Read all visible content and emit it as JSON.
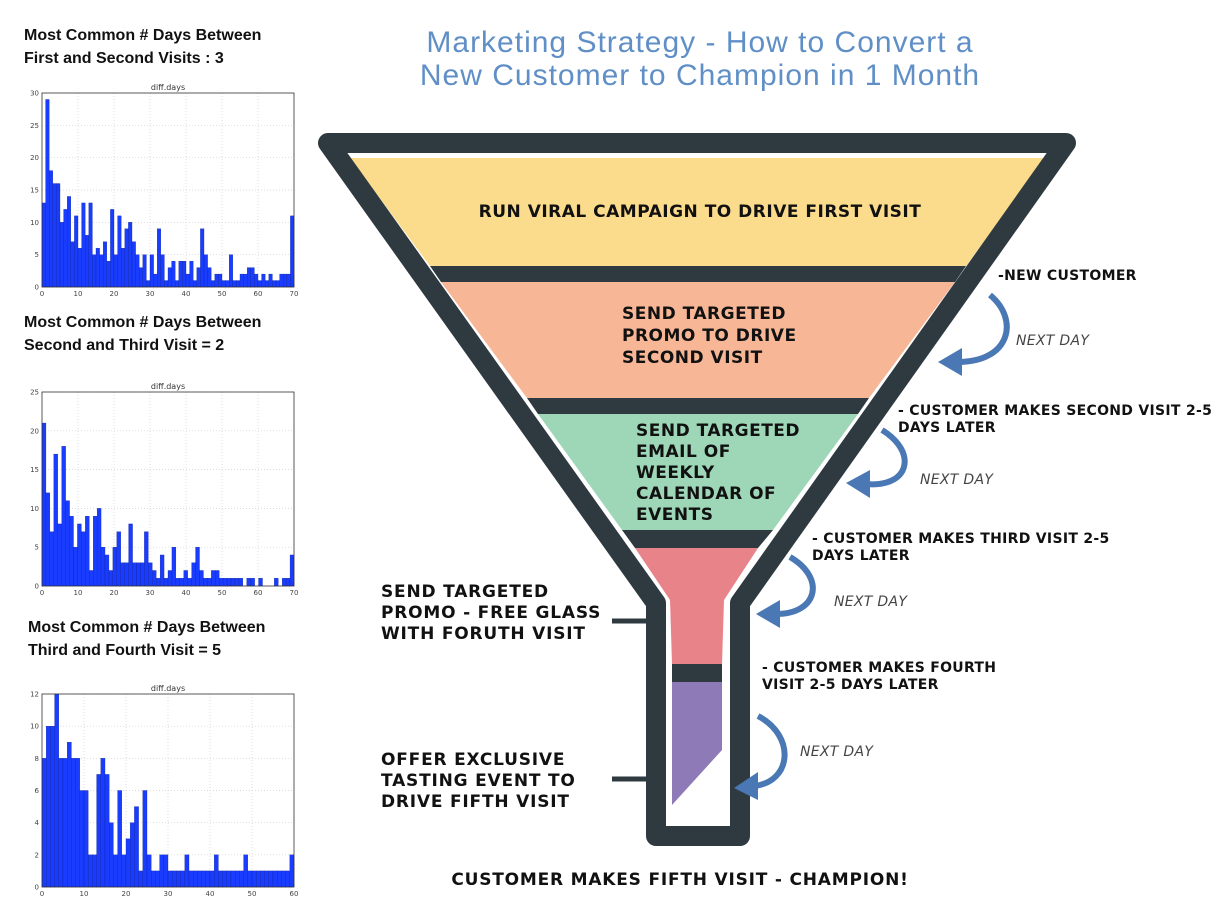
{
  "title": {
    "line1": "Marketing Strategy - How to Convert a",
    "line2": "New Customer to Champion in 1 Month"
  },
  "histograms": [
    {
      "heading": "Most Common # Days Between\nFirst and Second Visits : 3",
      "chart_data": {
        "type": "bar",
        "title": "diff.days",
        "xlim": [
          0,
          70
        ],
        "ylim": [
          0,
          30
        ],
        "xticks": [
          0,
          10,
          20,
          30,
          40,
          50,
          60,
          70
        ],
        "yticks": [
          0,
          5,
          10,
          15,
          20,
          25,
          30
        ],
        "values": [
          13,
          29,
          18,
          16,
          16,
          10,
          12,
          14,
          7,
          11,
          6,
          13,
          8,
          13,
          5,
          6,
          5,
          7,
          4,
          12,
          5,
          11,
          6,
          9,
          10,
          7,
          5,
          3,
          5,
          1,
          5,
          2,
          9,
          5,
          1,
          3,
          4,
          1,
          4,
          4,
          2,
          4,
          1,
          3,
          9,
          5,
          3,
          1,
          2,
          2,
          1,
          1,
          5,
          1,
          1,
          2,
          2,
          3,
          3,
          2,
          1,
          2,
          1,
          2,
          1,
          1,
          2,
          2,
          2,
          11
        ]
      }
    },
    {
      "heading": "Most Common # Days Between\nSecond and Third Visit = 2",
      "chart_data": {
        "type": "bar",
        "title": "diff.days",
        "xlim": [
          0,
          70
        ],
        "ylim": [
          0,
          25
        ],
        "xticks": [
          0,
          10,
          20,
          30,
          40,
          50,
          60,
          70
        ],
        "yticks": [
          0,
          5,
          10,
          15,
          20,
          25
        ],
        "values": [
          21,
          12,
          7,
          17,
          8,
          18,
          11,
          9,
          5,
          8,
          7,
          9,
          2,
          9,
          10,
          5,
          4,
          2,
          5,
          7,
          3,
          3,
          8,
          3,
          3,
          3,
          7,
          3,
          2,
          1,
          4,
          1,
          2,
          5,
          1,
          1,
          2,
          1,
          3,
          5,
          2,
          1,
          1,
          2,
          2,
          1,
          1,
          1,
          1,
          1,
          1,
          0,
          1,
          1,
          0,
          1,
          0,
          0,
          0,
          1,
          0,
          1,
          1,
          4
        ]
      }
    },
    {
      "heading": "Most Common # Days Between\nThird and Fourth Visit = 5",
      "chart_data": {
        "type": "bar",
        "title": "diff.days",
        "xlim": [
          0,
          60
        ],
        "ylim": [
          0,
          12
        ],
        "xticks": [
          0,
          10,
          20,
          30,
          40,
          50,
          60
        ],
        "yticks": [
          0,
          2,
          4,
          6,
          8,
          10,
          12
        ],
        "values": [
          8,
          10,
          10,
          12,
          8,
          8,
          9,
          8,
          8,
          6,
          6,
          2,
          2,
          7,
          8,
          7,
          4,
          2,
          6,
          2,
          3,
          4,
          5,
          1,
          6,
          2,
          1,
          1,
          2,
          2,
          1,
          1,
          1,
          1,
          2,
          1,
          1,
          1,
          1,
          1,
          1,
          2,
          1,
          1,
          1,
          1,
          1,
          1,
          2,
          1,
          1,
          1,
          1,
          1,
          1,
          1,
          1,
          1,
          1,
          2
        ]
      }
    }
  ],
  "funnel": {
    "stages": [
      {
        "text": "RUN VIRAL CAMPAIGN TO DRIVE FIRST VISIT",
        "color": "#fbdb8c"
      },
      {
        "text": "SEND TARGETED\nPROMO TO DRIVE\nSECOND VISIT",
        "color": "#f7b797"
      },
      {
        "text": "SEND TARGETED\nEMAIL OF\nWEEKLY\nCALENDAR OF\nEVENTS",
        "color": "#9ed6b8"
      },
      {
        "color": "#e8838a"
      },
      {
        "color": "#8f7ab8"
      }
    ],
    "outline_color": "#2e3a40",
    "side_notes": [
      "-NEW CUSTOMER",
      "- CUSTOMER MAKES SECOND VISIT 2-5\nDAYS LATER",
      "- CUSTOMER MAKES THIRD VISIT 2-5\nDAYS LATER",
      "- CUSTOMER MAKES FOURTH\nVISIT 2-5 DAYS LATER"
    ],
    "next_day_label": "NEXT DAY",
    "arrow_color": "#4a78b5",
    "left_actions": [
      "SEND TARGETED\nPROMO - FREE GLASS\nWITH FORUTH VISIT",
      "OFFER EXCLUSIVE\nTASTING EVENT TO\nDRIVE FIFTH VISIT"
    ],
    "footer": "CUSTOMER MAKES FIFTH VISIT - CHAMPION!"
  }
}
